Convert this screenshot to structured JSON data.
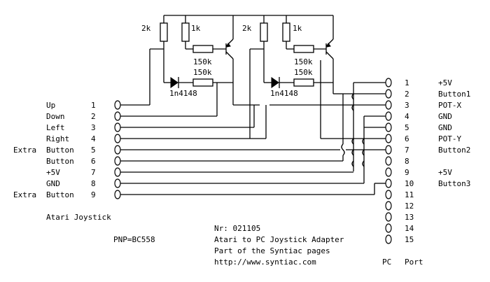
{
  "components": {
    "r_left_2k": "2k",
    "r_left_1k": "1k",
    "r_left_150k_a": "150k",
    "r_left_150k_b": "150k",
    "diode_left": "1n4148",
    "r_right_2k": "2k",
    "r_right_1k": "1k",
    "r_right_150k_a": "150k",
    "r_right_150k_b": "150k",
    "diode_right": "1n4148"
  },
  "atari_pins": [
    {
      "prefix": "",
      "name": "Up",
      "pin": "1"
    },
    {
      "prefix": "",
      "name": "Down",
      "pin": "2"
    },
    {
      "prefix": "",
      "name": "Left",
      "pin": "3"
    },
    {
      "prefix": "",
      "name": "Right",
      "pin": "4"
    },
    {
      "prefix": "Extra",
      "name": "Button",
      "pin": "5"
    },
    {
      "prefix": "",
      "name": "Button",
      "pin": "6"
    },
    {
      "prefix": "",
      "name": "+5V",
      "pin": "7"
    },
    {
      "prefix": "",
      "name": "GND",
      "pin": "8"
    },
    {
      "prefix": "Extra",
      "name": "Button",
      "pin": "9"
    }
  ],
  "pc_pins": [
    {
      "pin": "1",
      "signal": "+5V"
    },
    {
      "pin": "2",
      "signal": "Button1"
    },
    {
      "pin": "3",
      "signal": "POT-X"
    },
    {
      "pin": "4",
      "signal": "GND"
    },
    {
      "pin": "5",
      "signal": "GND"
    },
    {
      "pin": "6",
      "signal": "POT-Y"
    },
    {
      "pin": "7",
      "signal": "Button2"
    },
    {
      "pin": "8",
      "signal": ""
    },
    {
      "pin": "9",
      "signal": "+5V"
    },
    {
      "pin": "10",
      "signal": "Button3"
    },
    {
      "pin": "11",
      "signal": ""
    },
    {
      "pin": "12",
      "signal": ""
    },
    {
      "pin": "13",
      "signal": ""
    },
    {
      "pin": "14",
      "signal": ""
    },
    {
      "pin": "15",
      "signal": ""
    }
  ],
  "labels": {
    "atari_joystick": "Atari Joystick",
    "transistor": "PNP=BC558",
    "number": "Nr: 021105",
    "title": "Atari to PC Joystick Adapter",
    "subtitle": "Part of the Syntiac pages",
    "url": "http://www.syntiac.com",
    "pc": "PC",
    "port": "Port"
  }
}
